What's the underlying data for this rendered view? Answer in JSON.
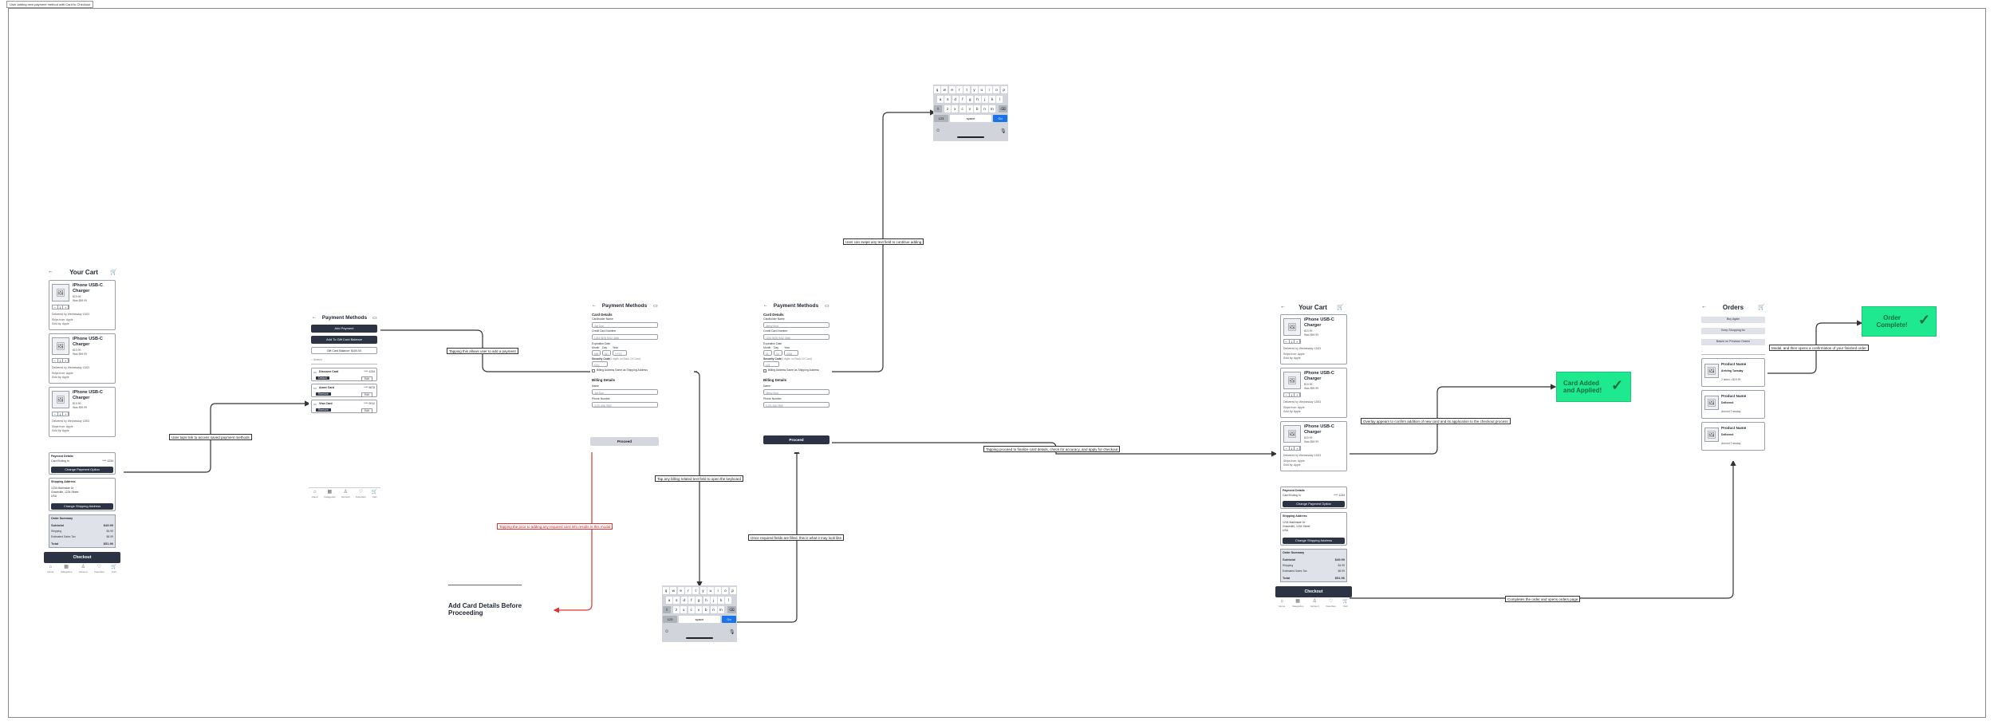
{
  "caption": "User adding new payment method with Card to Checkout",
  "cart": {
    "title": "Your Cart",
    "product_title": "iPhone USB-C Charger",
    "product_price": "$19.99",
    "product_was": "Was $59.99",
    "product_note1": "Delivered by Wednesday 13/03",
    "product_note2": "Ships from: Apple",
    "product_note3": "Sold by: Apple",
    "payment_details_label": "Payment Details",
    "card_label": "Card Ending In",
    "card_value": "**** 1234",
    "change_payment": "Change Payment Option",
    "shipping_label": "Shipping Address",
    "shipping_line1": "1234 Marlinside Dr",
    "shipping_line2": "Graceville, 1234 Street",
    "shipping_line3": "USA",
    "change_shipping": "Change Shipping Address",
    "order_summary": "Order Summary",
    "subtotal_label": "Subtotal",
    "subtotal_value": "$49.99",
    "shipping_row": "Shipping",
    "shipping_value": "$4.99",
    "tax_label": "Estimated Sales Tax",
    "tax_value": "$6.99",
    "total_label": "Total",
    "total_value": "$51.96",
    "checkout": "Checkout",
    "tabs": [
      "Home",
      "Categories",
      "Account",
      "Favorites",
      "Cart"
    ]
  },
  "payment_methods": {
    "title": "Payment Methods",
    "add_payment": "Add Payment",
    "add_gift": "Add To Gift Card Balance",
    "gift_balance": "Gift Card Balance: $100.00",
    "search": "Search",
    "cards": [
      {
        "name": "Discover Card",
        "num": "**** 1234",
        "sub": "Default",
        "action": "Edit"
      },
      {
        "name": "Amex Card",
        "num": "**** 5678",
        "sub": "Remove",
        "action": "Edit"
      },
      {
        "name": "Visa Card",
        "num": "**** 9012",
        "sub": "Remove",
        "action": "Edit"
      }
    ],
    "tabs": [
      "Home",
      "Categories",
      "Account",
      "Favorites",
      "Cart"
    ]
  },
  "form": {
    "title": "Payment Methods",
    "card_details": "Card Details",
    "cardholder_label": "Cardholder Name",
    "cardholder_ph": "Joe Doe",
    "cardholder_filled": "Jenny Kind",
    "number_label": "Credit Card Number",
    "number_ph": "1234 5678 9012 3456",
    "number_filled": "1234 5678 9012 3456",
    "exp_label": "Expiration Date",
    "month": "Month",
    "day": "Day",
    "year": "Year",
    "mm": "MM",
    "dd": "DD",
    "yyyy": "YYYY",
    "exp_filled": [
      "04",
      "15",
      "2026"
    ],
    "cvv_label": "Security Code",
    "cvv_hint": "(3 digits on Back Of Card)",
    "cvv_ph": "CVV",
    "cvv_filled": "123",
    "same_billing": "Billing Address Same as Shipping Address",
    "billing_details": "Billing Details",
    "name_label": "Name",
    "name_ph": "Joe Doe",
    "name_filled": "Jenny Kind",
    "phone_label": "Phone Number",
    "phone_ph": "(123) 456-7890",
    "phone_filled": "(123) 456-7890",
    "proceed": "Proceed"
  },
  "keyboard": {
    "row1": [
      "q",
      "w",
      "e",
      "r",
      "t",
      "y",
      "u",
      "i",
      "o",
      "p"
    ],
    "row2": [
      "a",
      "s",
      "d",
      "f",
      "g",
      "h",
      "j",
      "k",
      "l"
    ],
    "row3": [
      "z",
      "x",
      "c",
      "v",
      "b",
      "n",
      "m"
    ],
    "num": "123",
    "space": "space",
    "go": "Go"
  },
  "error_text": "Add Card Details Before Proceeding",
  "success": {
    "card_added": "Card Added and Applied!",
    "order_complete": "Order Complete!"
  },
  "orders": {
    "title": "Orders",
    "buy_again": "Buy Again",
    "keep_shopping": "Keep Shopping for",
    "previous": "Based on Previous Orders",
    "items": [
      {
        "name": "Product Name",
        "status": "Arriving Tuesday",
        "extra": "2 items  •  $19.99"
      },
      {
        "name": "Product Name",
        "status": "Delivered",
        "extra": "Arrived Tuesday"
      },
      {
        "name": "Product Name",
        "status": "Delivered",
        "extra": "Arrived Tuesday"
      }
    ]
  },
  "notes": {
    "n1": "User taps link to access saved payment methods",
    "n2": "Tapping this allows user to add a payment",
    "n3": "Tapping the prior to adding any required card info results in this modal",
    "n4": "Tap any billing related text field to open the keyboard",
    "n5": "Once required fields are filled, this is what it may look like",
    "n6": "User can swipe any text field to continue adding",
    "n7": "Tapping proceed to finalize card details, check for accuracy, and apply for checkout",
    "n8": "Overlay appears to confirm addition of new card and its application to the checkout process",
    "n9": "Completes the order and opens orders page",
    "n10": "Modal, and then opens a confirmation of your finished order"
  }
}
